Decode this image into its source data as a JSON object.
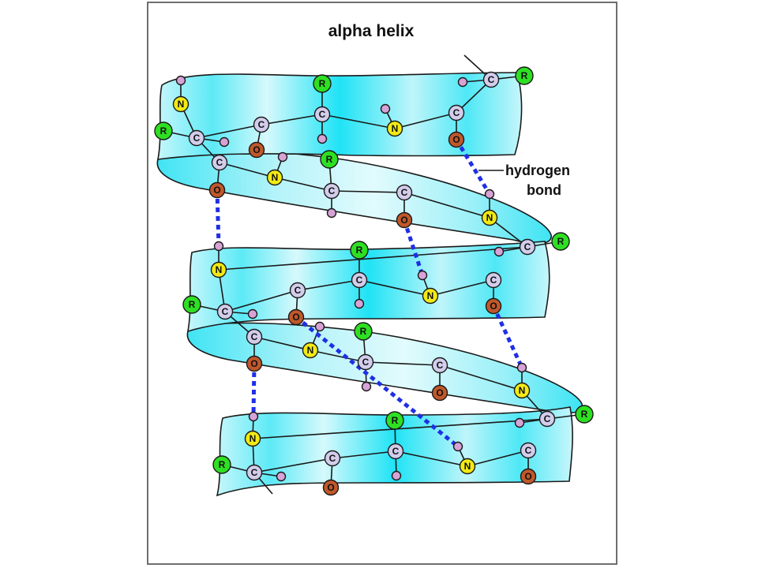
{
  "diagram": {
    "title": "alpha helix",
    "hbond_label_line1": "hydrogen",
    "hbond_label_line2": "bond"
  },
  "atoms": {
    "C": {
      "letter": "C",
      "color": "#d3cdec"
    },
    "N": {
      "letter": "N",
      "color": "#f2ea14"
    },
    "O": {
      "letter": "O",
      "color": "#c0582a"
    },
    "R": {
      "letter": "R",
      "color": "#2ee022"
    },
    "H": {
      "letter": "",
      "color": "#d7a3d6"
    }
  },
  "colors": {
    "ribbon_light": "#c6f6fb",
    "ribbon_bright": "#1fe3f5",
    "hydrogen_bond": "#1f2fe6",
    "frame": "#6e6e6e"
  }
}
